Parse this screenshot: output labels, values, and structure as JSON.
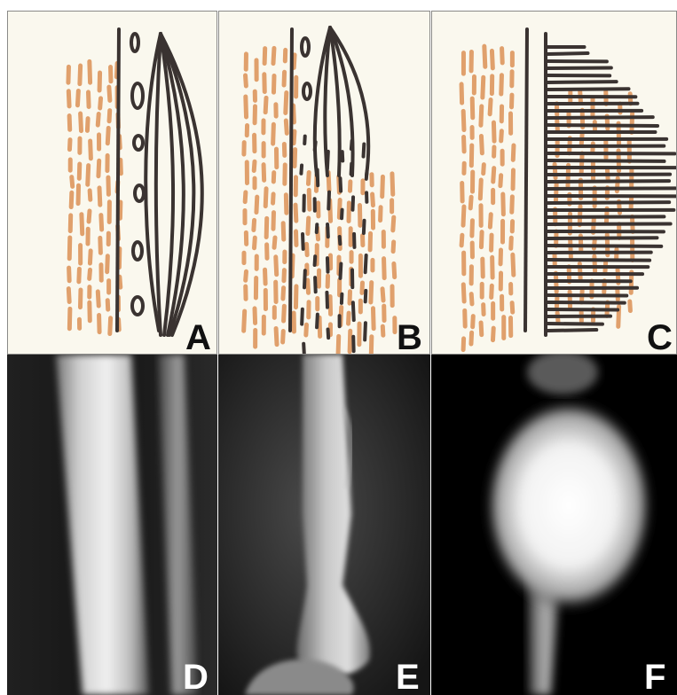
{
  "panels": {
    "a": {
      "label": "A"
    },
    "b": {
      "label": "B"
    },
    "c": {
      "label": "C"
    },
    "d": {
      "label": "D"
    },
    "e": {
      "label": "E"
    },
    "f": {
      "label": "F"
    }
  },
  "colors": {
    "sketch_background": "#faf8ee",
    "orange_strokes": "#e0a06c",
    "dark_strokes": "#3a3331",
    "xray_background": "#000000",
    "bone": "#e8e8e8"
  }
}
